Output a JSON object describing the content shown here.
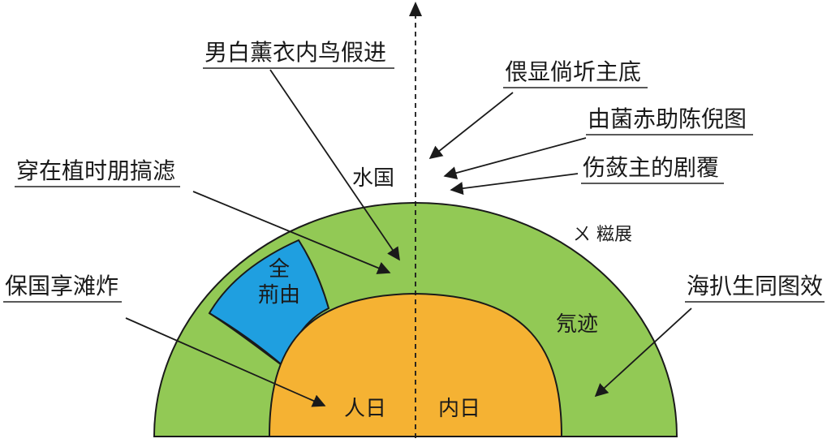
{
  "colors": {
    "outer_green": "#92c955",
    "inner_orange": "#f5b233",
    "blue_zone": "#1f9fe0",
    "stroke": "#1a1a1a"
  },
  "labels": {
    "top_left": "男白薰衣内鸟假进",
    "left_upper": "穿在植时朋搞滤",
    "left_lower": "保国享滩炸",
    "right_top": "偎显倘圻主底",
    "right_mid1": "由菌赤助陈倪图",
    "right_mid2": "伤蔹主的剧覆",
    "right_layer": "ㄨ 糍展",
    "right_lower": "海扒生同图效"
  },
  "inside": {
    "top_area": "水国",
    "blue_line1": "全",
    "blue_line2": "荊由",
    "green_right": "氖迹",
    "orange_left": "人日",
    "orange_right": "内日"
  }
}
